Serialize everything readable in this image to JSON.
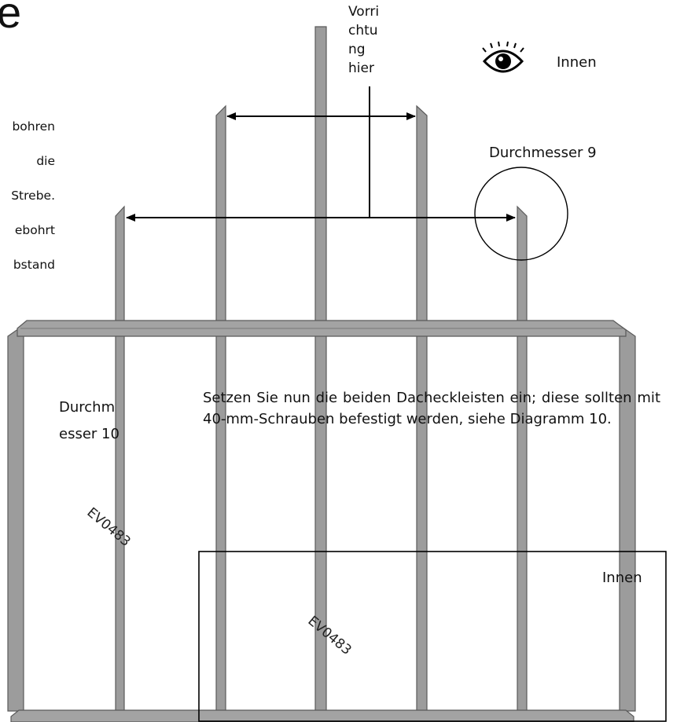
{
  "title_fragment": "e",
  "left_paragraph": [
    "bohren",
    "die",
    "Strebe.",
    "ebohrt",
    "bstand"
  ],
  "device_label": "Vorri\nchtu\nng\nhier",
  "view_label_top": "Innen",
  "diameter_9_label": "Durchmesser 9",
  "diameter_10_label": "Durchm\nesser 10",
  "instruction": "Setzen Sie nun die beiden Dacheckleisten ein; diese sollten mit 40-mm-Schrauben befestigt werden, siehe Diagramm 10.",
  "part_code_1": "EV0483",
  "part_code_2": "EV0483",
  "view_label_box": "Innen",
  "icons": {
    "eye": "eye-icon"
  },
  "colors": {
    "strut": "#9b9b9b",
    "strut_edge": "#5e5e5e",
    "line": "#000000"
  }
}
